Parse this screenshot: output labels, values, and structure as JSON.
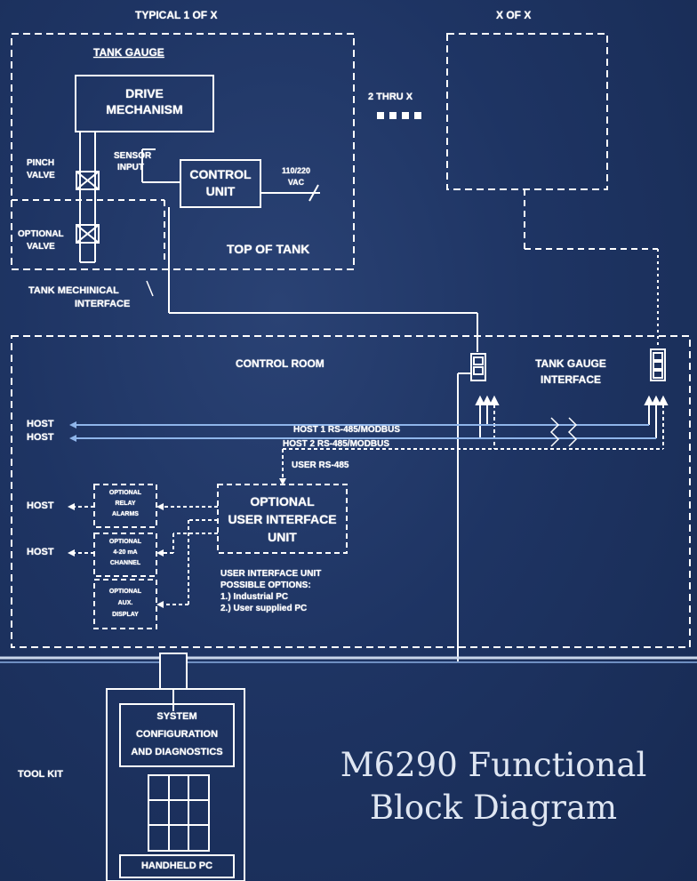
{
  "header": {
    "typical_label": "TYPICAL 1 OF X",
    "xofx_label": "X OF X",
    "thru_label": "2 THRU X"
  },
  "tank": {
    "gauge_label": "TANK GAUGE",
    "drive_line1": "DRIVE",
    "drive_line2": "MECHANISM",
    "sensor_line1": "SENSOR",
    "sensor_line2": "INPUT",
    "control_line1": "CONTROL",
    "control_line2": "UNIT",
    "power_line1": "110/220",
    "power_line2": "VAC",
    "pinch_line1": "PINCH",
    "pinch_line2": "VALVE",
    "optional_valve_line1": "OPTIONAL",
    "optional_valve_line2": "VALVE",
    "top_of_tank": "TOP OF TANK",
    "mech_line1": "TANK MECHINICAL",
    "mech_line2": "INTERFACE"
  },
  "control_room": {
    "title": "CONTROL ROOM",
    "tgi_line1": "TANK GAUGE",
    "tgi_line2": "INTERFACE",
    "host1_label": "HOST",
    "host2_label": "HOST",
    "host3_label": "HOST",
    "host4_label": "HOST",
    "bus1": "HOST 1 RS-485/MODBUS",
    "bus2": "HOST 2 RS-485/MODBUS",
    "bus3": "USER RS-485",
    "ui_line1": "OPTIONAL",
    "ui_line2": "USER INTERFACE",
    "ui_line3": "UNIT",
    "opt_relay_1": "OPTIONAL",
    "opt_relay_2": "RELAY",
    "opt_relay_3": "ALARMS",
    "opt_420_1": "OPTIONAL",
    "opt_420_2": "4-20 mA",
    "opt_420_3": "CHANNEL",
    "opt_aux_1": "OPTIONAL",
    "opt_aux_2": "AUX.",
    "opt_aux_3": "DISPLAY",
    "options_line1": "USER INTERFACE UNIT",
    "options_line2": "POSSIBLE OPTIONS:",
    "options_line3": "1.) Industrial PC",
    "options_line4": "2.) User supplied PC"
  },
  "toolkit": {
    "label": "TOOL KIT",
    "sys_line1": "SYSTEM",
    "sys_line2": "CONFIGURATION",
    "sys_line3": "AND DIAGNOSTICS",
    "handheld": "HANDHELD PC"
  },
  "title": {
    "line1": "M6290 Functional",
    "line2": "Block Diagram"
  },
  "colors": {
    "background": "#1e3463",
    "line": "#ffffff",
    "host_line": "#7fa8e0",
    "title_text": "#dfe6f2"
  }
}
